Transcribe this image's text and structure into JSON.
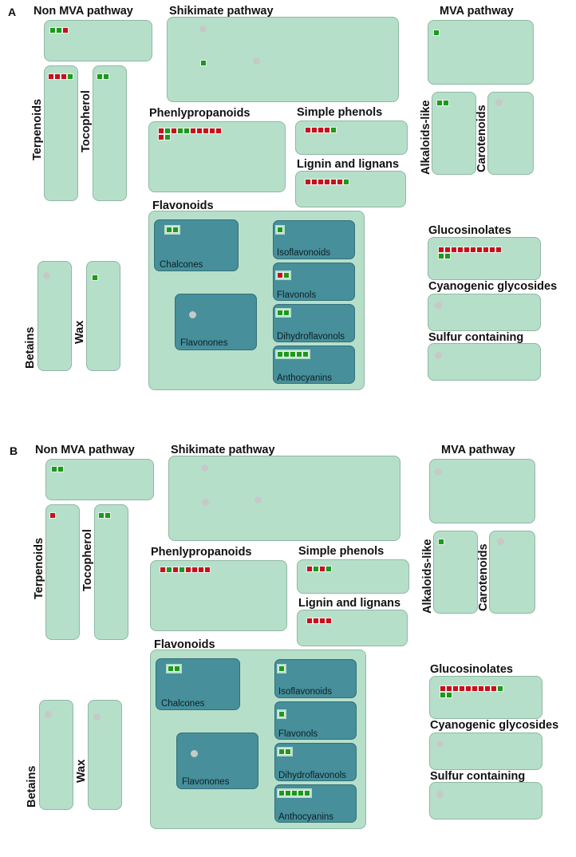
{
  "colors": {
    "up": "#c8101c",
    "down": "#1b9a1b",
    "box": "#b6dfca",
    "inner": "#468f9b",
    "empty": "#c8c8c8"
  },
  "labels": {
    "non_mva": "Non MVA pathway",
    "shikimate": "Shikimate pathway",
    "mva": "MVA pathway",
    "terpenoids": "Terpenoids",
    "tocopherol": "Tocopherol",
    "phenylpropanoids": "Phenlypropanoids",
    "simple_phenols": "Simple phenols",
    "lignin": "Lignin and lignans",
    "alkaloids": "Alkaloids-like",
    "carotenoids": "Carotenoids",
    "flavonoids": "Flavonoids",
    "chalcones": "Chalcones",
    "isoflavonoids": "Isoflavonoids",
    "flavonols": "Flavonols",
    "dihydroflavonols": "Dihydroflavonols",
    "anthocyanins": "Anthocyanins",
    "flavonones": "Flavonones",
    "glucosinolates": "Glucosinolates",
    "cyanogenic": "Cyanogenic glycosides",
    "sulfur": "Sulfur containing",
    "betains": "Betains",
    "wax": "Wax"
  },
  "panels": [
    {
      "letter": "A",
      "squares": {
        "non_mva": [
          "g",
          "g",
          "r"
        ],
        "terpenoids": [
          "r",
          "r",
          "r",
          "g"
        ],
        "tocopherol": [
          "g",
          "g"
        ],
        "shikimate": [
          "g"
        ],
        "phenylpropanoids": [
          "r",
          "g",
          "r",
          "g",
          "g",
          "r",
          "r",
          "r",
          "r",
          "r",
          "r",
          "g"
        ],
        "simple_phenols": [
          "r",
          "r",
          "r",
          "r",
          "g"
        ],
        "lignin": [
          "r",
          "r",
          "r",
          "r",
          "r",
          "r",
          "g"
        ],
        "mva": [
          "g"
        ],
        "alkaloids": [
          "g",
          "g"
        ],
        "chalcones": [
          "g",
          "g"
        ],
        "isoflavonoids": [
          "g"
        ],
        "flavonols": [
          "r",
          "g"
        ],
        "dihydroflavonols": [
          "g",
          "g"
        ],
        "anthocyanins": [
          "g",
          "g",
          "g",
          "g",
          "g"
        ],
        "glucosinolates": [
          "r",
          "r",
          "r",
          "r",
          "r",
          "r",
          "r",
          "r",
          "r",
          "r",
          "g",
          "g"
        ],
        "wax": [
          "g"
        ]
      }
    },
    {
      "letter": "B",
      "squares": {
        "non_mva": [
          "g",
          "g"
        ],
        "terpenoids": [
          "r"
        ],
        "tocopherol": [
          "g",
          "g"
        ],
        "phenylpropanoids": [
          "r",
          "g",
          "r",
          "g",
          "r",
          "r",
          "r",
          "r"
        ],
        "simple_phenols": [
          "r",
          "g",
          "r",
          "g"
        ],
        "lignin": [
          "r",
          "r",
          "r",
          "r"
        ],
        "alkaloids": [
          "g"
        ],
        "chalcones": [
          "g",
          "g"
        ],
        "isoflavonoids": [
          "g"
        ],
        "flavonols": [
          "g"
        ],
        "dihydroflavonols": [
          "g",
          "g"
        ],
        "anthocyanins": [
          "g",
          "g",
          "g",
          "g",
          "g"
        ],
        "glucosinolates": [
          "r",
          "r",
          "r",
          "r",
          "r",
          "r",
          "r",
          "r",
          "r",
          "g",
          "g",
          "g"
        ]
      }
    }
  ]
}
